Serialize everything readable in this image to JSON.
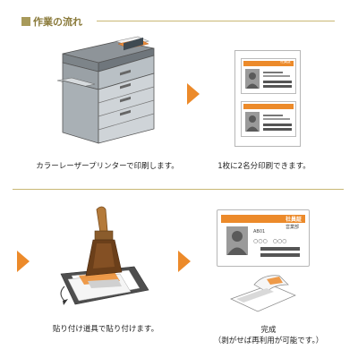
{
  "header": {
    "title": "作業の流れ"
  },
  "steps": [
    {
      "caption": "カラーレーザープリンターで印刷します。"
    },
    {
      "caption": "1枚に2名分印刷できます。"
    },
    {
      "caption": "貼り付け道具で貼り付けます。"
    },
    {
      "caption_line1": "完成",
      "caption_line2": "（剥がせば再利用が可能です。）"
    }
  ],
  "card": {
    "org_label": "社員証",
    "role_label": "営業部",
    "id_label": "AB01",
    "name_placeholder": "○○○　○○○"
  },
  "colors": {
    "accent": "#ec8a2a",
    "title": "#8a7a3a",
    "line": "#c9b775"
  },
  "icons": [
    "printer-illustration",
    "id-card-sheet-illustration",
    "laminator-illustration",
    "finished-id-card-illustration",
    "arrow-right-icon"
  ]
}
